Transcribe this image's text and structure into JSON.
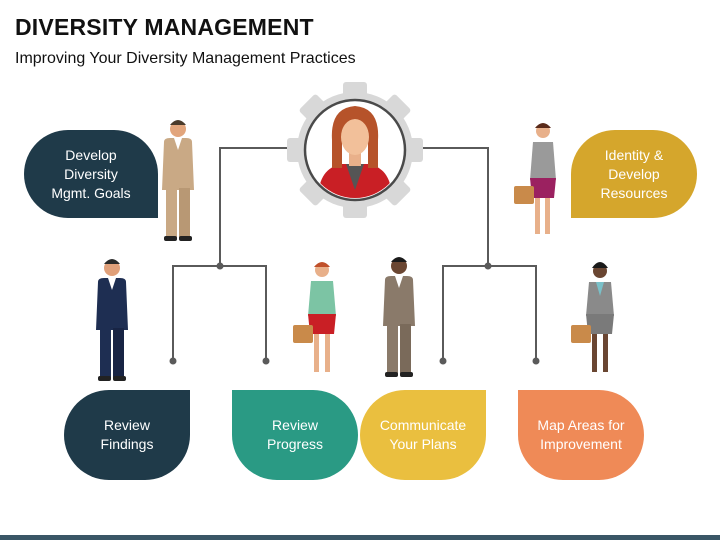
{
  "title": "DIVERSITY MANAGEMENT",
  "subtitle": "Improving Your Diversity Management Practices",
  "nodes": {
    "top_left": "Develop\nDiversity\nMgmt. Goals",
    "top_right": "Identity &\nDevelop\nResources",
    "bottom": [
      "Review\nFindings",
      "Review\nProgress",
      "Communicate\nYour Plans",
      "Map Areas for\nImprovement"
    ]
  },
  "colors": {
    "navy": "#1f3a49",
    "teal": "#2a9a84",
    "gold": "#d5a62c",
    "yellow": "#eabf3f",
    "orange": "#ef8a57",
    "line": "#5a5a5a",
    "gear": "#d8d8d8"
  }
}
